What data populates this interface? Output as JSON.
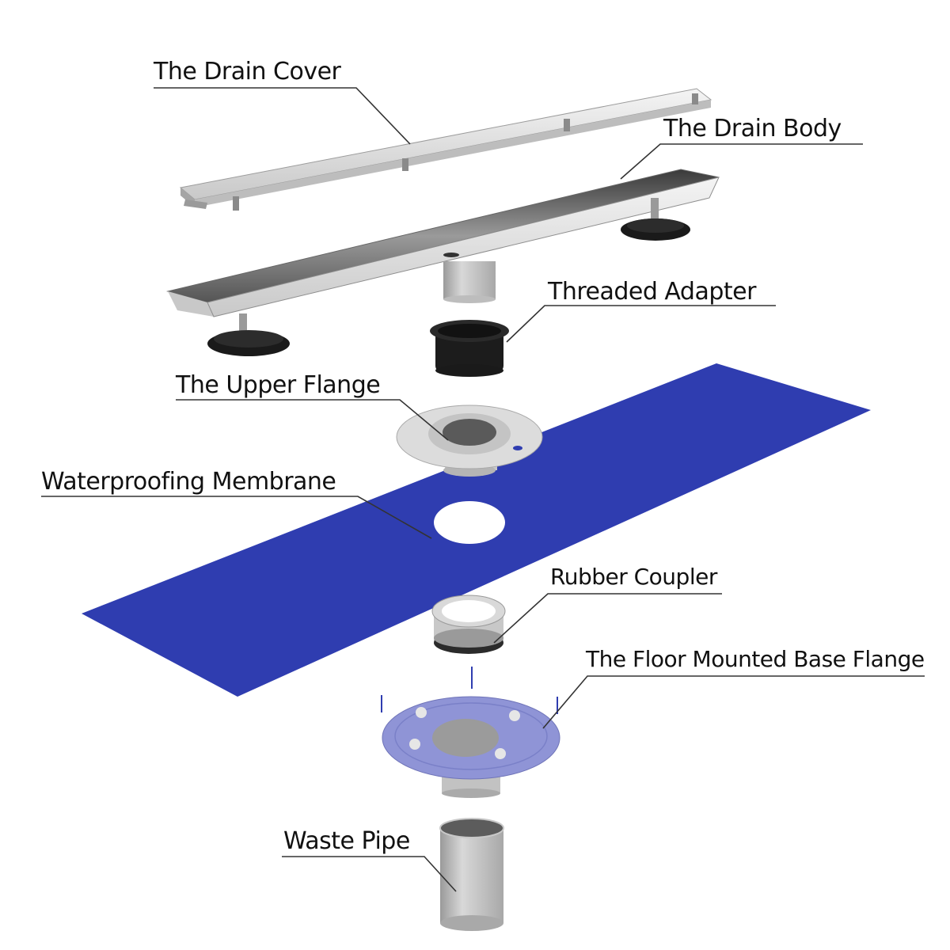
{
  "diagram": {
    "title": "Linear shower drain exploded view",
    "colors": {
      "background": "#ffffff",
      "membrane": "#2f3db0",
      "steel_light": "#e6e6e6",
      "steel_mid": "#bdbdbd",
      "steel_dark": "#7d7d7d",
      "black_part": "#1a1a1a",
      "base_flange": "#8f94d6",
      "label_text": "#111111",
      "leader_line": "#333333"
    },
    "components": [
      {
        "id": "drain-cover",
        "label": "The Drain Cover"
      },
      {
        "id": "drain-body",
        "label": "The Drain Body"
      },
      {
        "id": "threaded-adapter",
        "label": "Threaded Adapter"
      },
      {
        "id": "upper-flange",
        "label": "The Upper Flange"
      },
      {
        "id": "waterproofing-membrane",
        "label": "Waterproofing Membrane"
      },
      {
        "id": "rubber-coupler",
        "label": "Rubber Coupler"
      },
      {
        "id": "base-flange",
        "label": "The Floor Mounted Base Flange"
      },
      {
        "id": "waste-pipe",
        "label": "Waste Pipe"
      }
    ]
  }
}
